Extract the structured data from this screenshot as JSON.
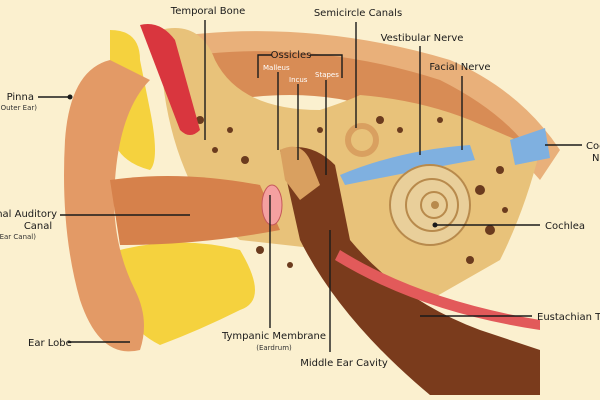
{
  "title": "Ear Anatomy",
  "labels": {
    "temporal_bone": "Temporal Bone",
    "semicircle_canals": "Semicircle Canals",
    "vestibular_nerve": "Vestibular Nerve",
    "facial_nerve": "Facial Nerve",
    "ossicles": "Ossicles",
    "malleus": "Malleus",
    "incus": "Incus",
    "stapes": "Stapes",
    "cochlear_nerve_line1": "Cochlear",
    "cochlear_nerve_line2": "Nerve",
    "pinna": "Pinna",
    "pinna_sub": "(Outer Ear)",
    "canal_line1": "External Auditory",
    "canal_line2": "Canal",
    "canal_sub": "(Ear Canal)",
    "cochlea": "Cochlea",
    "eustachian_tube": "Eustachian Tube",
    "ear_lobe": "Ear Lobe",
    "tympanic_membrane": "Tympanic Membrane",
    "tympanic_sub": "(Eardrum)",
    "middle_ear_cavity": "Middle Ear Cavity"
  },
  "colors": {
    "background": "#fbf0cf",
    "skin": "#e39a66",
    "bone": "#e8c27a",
    "fat": "#f5d23e",
    "nerve": "#7fb0e0",
    "cavity": "#7a3b1c",
    "muscle": "#d9363e"
  }
}
